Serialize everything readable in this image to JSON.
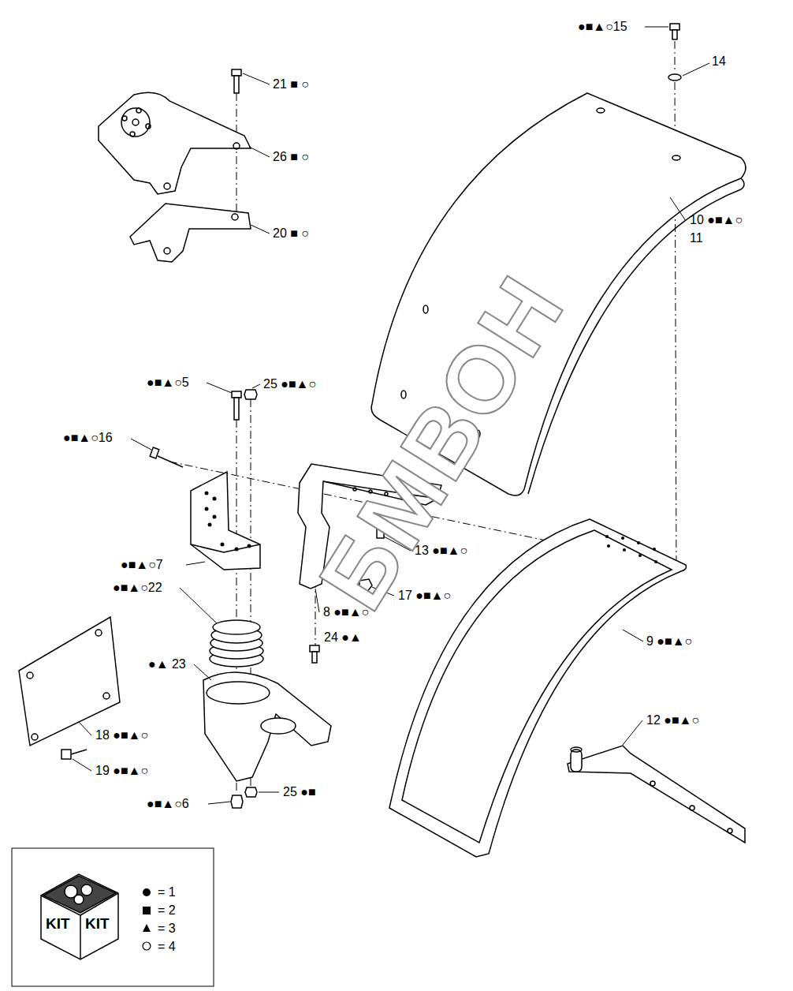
{
  "diagram": {
    "labels": [
      "●■▲○15",
      "14",
      "21 ■ ○",
      "26 ■ ○",
      "20 ■ ○",
      "10 ●■▲○",
      "11",
      "●■▲○5",
      "25 ●■▲○",
      "●■▲○16",
      "●■▲○7",
      "13 ●■▲○",
      "●■▲○22",
      "8 ●■▲○",
      "17 ●■▲○",
      "24 ●▲",
      "●▲ 23",
      "9 ●■▲○",
      "12 ●■▲○",
      "18 ●■▲○",
      "19 ●■▲○",
      "●■▲○6",
      "25 ●■",
      "KIT",
      "KIT",
      "БМВОН"
    ],
    "legend": [
      {
        "text": "= 1"
      },
      {
        "text": "= 2"
      },
      {
        "text": "= 3"
      },
      {
        "text": "= 4"
      }
    ]
  }
}
